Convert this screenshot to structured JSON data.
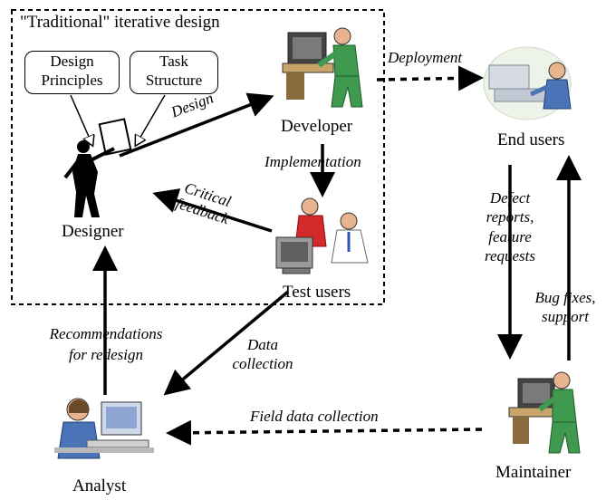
{
  "frame": {
    "title": "\"Traditional\" iterative design"
  },
  "inputs": {
    "design_principles": [
      "Design",
      "Principles"
    ],
    "task_structure": [
      "Task",
      "Structure"
    ]
  },
  "roles": {
    "designer": "Designer",
    "developer": "Developer",
    "end_users": "End users",
    "test_users": "Test users",
    "analyst": "Analyst",
    "maintainer": "Maintainer"
  },
  "edges": {
    "design": "Design",
    "deployment": "Deployment",
    "implementation": "Implementation",
    "critical_feedback": [
      "Critical",
      "feedback"
    ],
    "defect_reports": [
      "Defect",
      "reports,",
      "feature",
      "requests"
    ],
    "bug_fixes": [
      "Bug fixes,",
      "support"
    ],
    "recommendations": [
      "Recommendations",
      "for redesign"
    ],
    "data_collection": [
      "Data",
      "collection"
    ],
    "field_data_collection": "Field data collection"
  },
  "colors": {
    "line": "#000000",
    "figure_green": "#3f9a4f",
    "figure_blue": "#4a73b8",
    "skin": "#e8b48f"
  }
}
